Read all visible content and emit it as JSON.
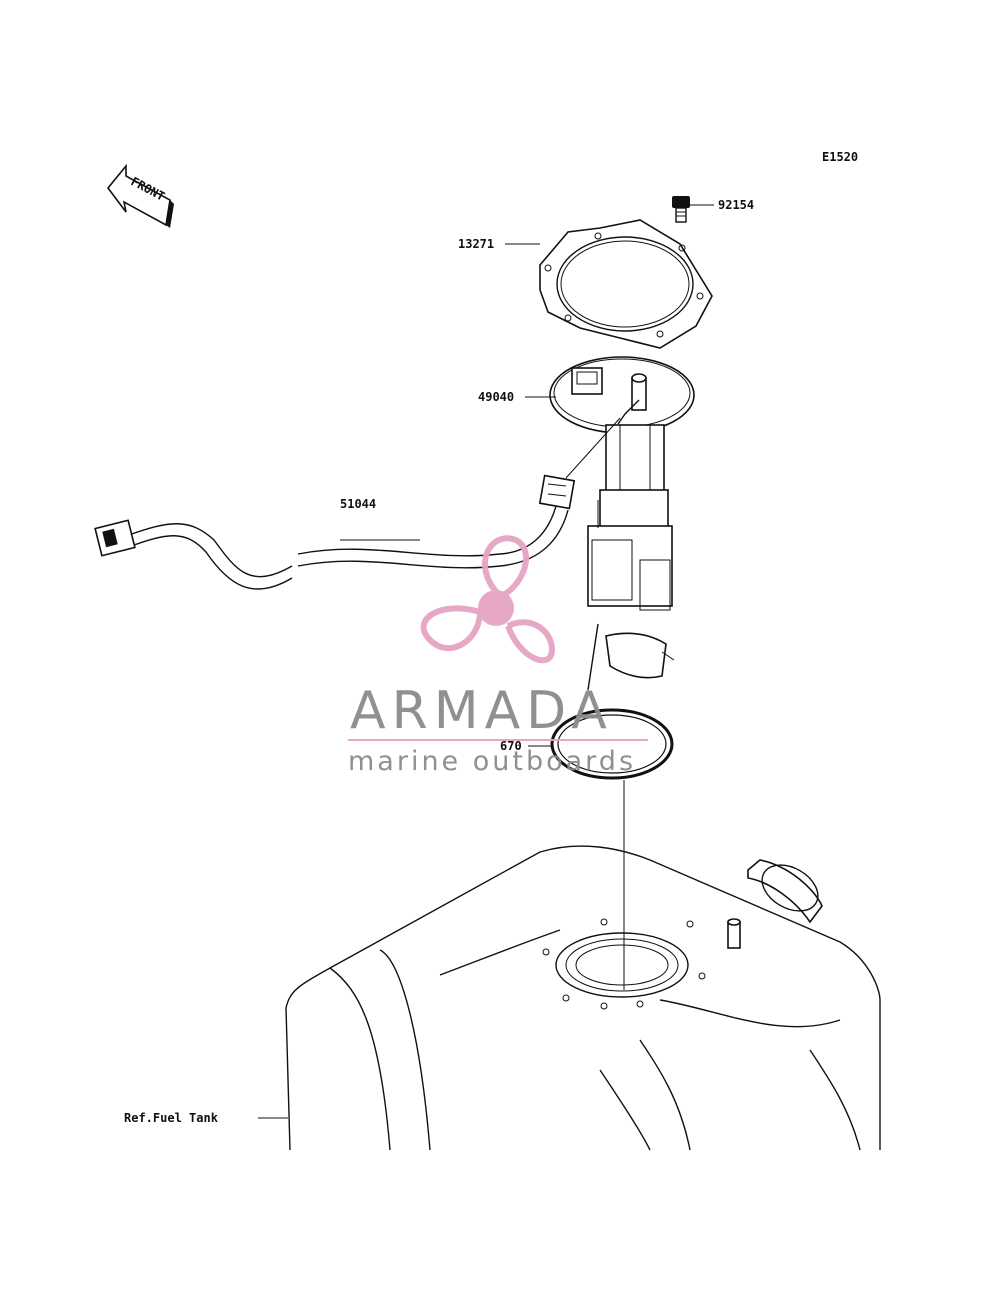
{
  "diagram_code": "E1520",
  "front_label": "FRONT",
  "parts": {
    "bolt": "92154",
    "gasket": "13271",
    "pump_assembly": "49040",
    "harness": "51044",
    "o_ring": "670",
    "fuel_tank_ref": "Ref.Fuel Tank"
  },
  "watermark": {
    "brand": "ARMADA",
    "tagline": "marine outboards",
    "color_pink": "#e6a4c3",
    "color_gray": "#8b8b8b"
  }
}
